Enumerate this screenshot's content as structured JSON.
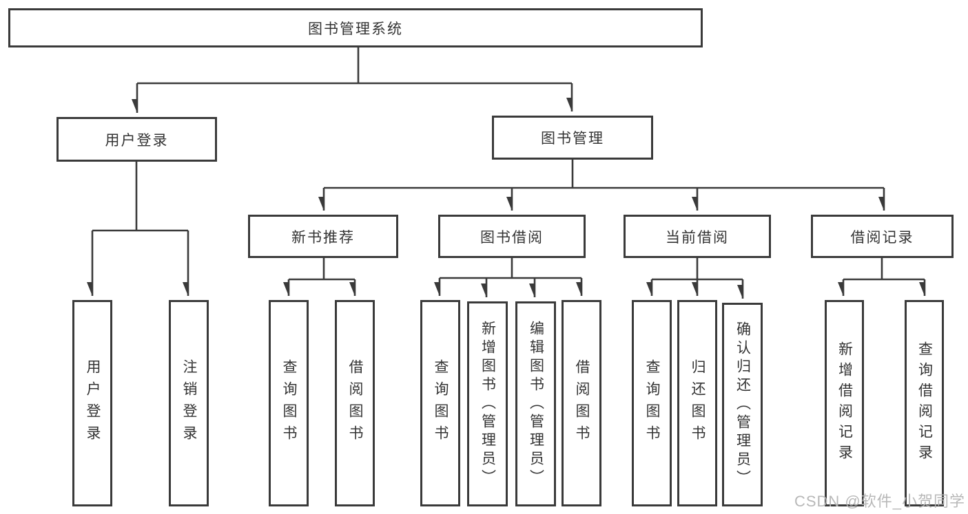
{
  "palette": {
    "line": "#3a3a3a",
    "text": "#333333",
    "box_bg": "#ffffff",
    "watermark": "#b5b5b5",
    "background": "#ffffff"
  },
  "tree": {
    "root": {
      "label": "图书管理系统"
    },
    "branches": [
      {
        "label": "用户登录",
        "leaves": [
          {
            "label": "用户登录"
          },
          {
            "label": "注销登录"
          }
        ]
      },
      {
        "label": "图书管理",
        "children": [
          {
            "label": "新书推荐",
            "leaves": [
              {
                "label": "查询图书"
              },
              {
                "label": "借阅图书"
              }
            ]
          },
          {
            "label": "图书借阅",
            "leaves": [
              {
                "label": "查询图书"
              },
              {
                "label": "新增图书（管理员）"
              },
              {
                "label": "编辑图书（管理员）"
              },
              {
                "label": "借阅图书"
              }
            ]
          },
          {
            "label": "当前借阅",
            "leaves": [
              {
                "label": "查询图书"
              },
              {
                "label": "归还图书"
              },
              {
                "label": "确认归还（管理员）"
              }
            ]
          },
          {
            "label": "借阅记录",
            "leaves": [
              {
                "label": "新增借阅记录"
              },
              {
                "label": "查询借阅记录"
              }
            ]
          }
        ]
      }
    ],
    "watermark": "CSDN @软件_小贺同学"
  }
}
